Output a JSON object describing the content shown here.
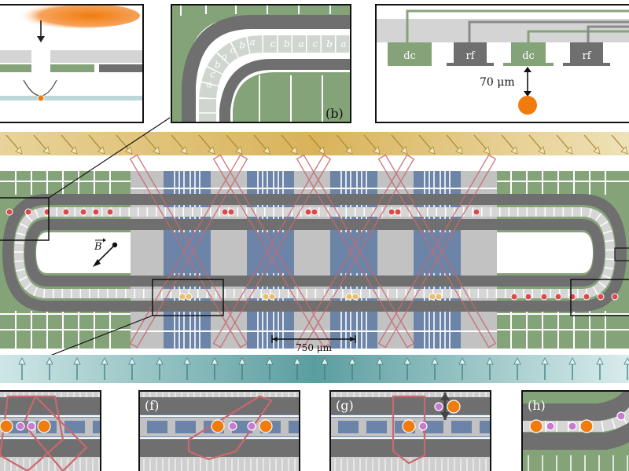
{
  "figure": {
    "panel_b": {
      "label": "(b)",
      "segment_letters": [
        "a",
        "b",
        "c",
        "a",
        "b",
        "c",
        "a",
        "b",
        "c",
        "a",
        "b",
        "c",
        "a",
        "b",
        "c",
        "a",
        "b",
        "c"
      ]
    },
    "panel_c": {
      "electrodes": [
        "dc",
        "rf",
        "dc",
        "rf"
      ],
      "height_label": "70 μm"
    },
    "main": {
      "field_label": "B",
      "scale_label": "750 μm"
    },
    "insets": [
      {
        "label": ""
      },
      {
        "label": "(f)"
      },
      {
        "label": "(g)"
      },
      {
        "label": "(h)"
      }
    ]
  },
  "colors": {
    "dc_electrode": "#85a378",
    "rf_electrode": "#6f6f6f",
    "track_light": "#cccccc",
    "junction_blue": "#6b84a8",
    "junction_gray": "#c2c2c2",
    "ion_red": "#d94a4a",
    "ion_orange": "#f07c0e",
    "ion_purple": "#c87ad0",
    "ion_gold": "#e8c06a",
    "laser_pink": "#c9686e",
    "beam_yellow": "#d9b35a",
    "beam_teal": "#4f9698"
  },
  "icons": [
    "down-arrow-icon",
    "magnetic-field-arrow-icon",
    "double-arrow-icon"
  ]
}
